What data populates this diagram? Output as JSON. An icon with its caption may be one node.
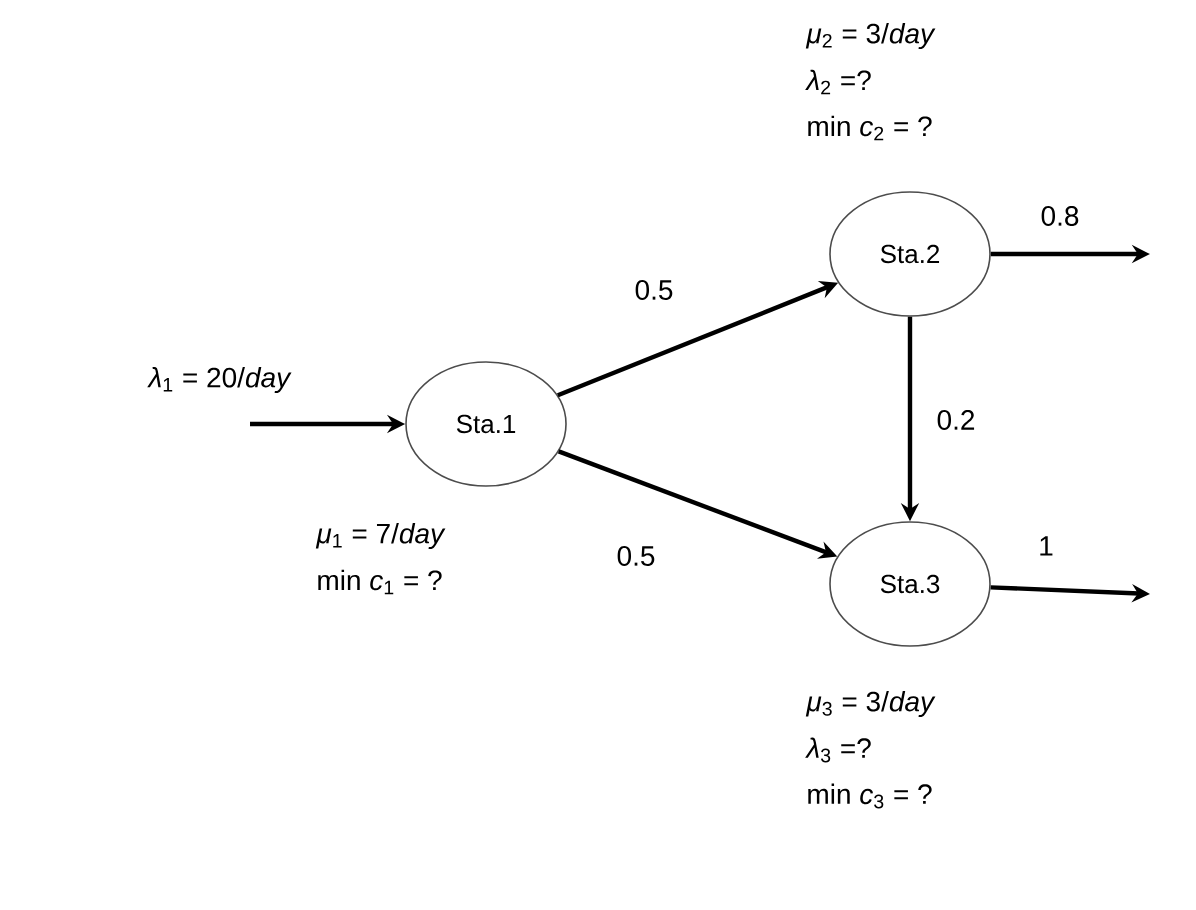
{
  "diagram": {
    "nodes": [
      {
        "text": [
          "Sta.1"
        ],
        "beside": [
          "*μ*$_{1}$ = 7/*day*",
          "min *c*$_{1}$ = ?"
        ]
      },
      {
        "text": [
          "Sta.2"
        ],
        "beside": [
          "*μ*$_{2}$ = 3/*day*",
          "*λ*$_{2}$ =?",
          "min *c*$_{2}$ = ?"
        ]
      },
      {
        "text": [
          "Sta.3"
        ],
        "beside": [
          "*μ*$_{3}$ = 3/*day*",
          "*λ*$_{3}$ =?",
          "min *c*$_{3}$ = ?"
        ]
      }
    ],
    "edges": [
      {
        "from": null,
        "to": 0,
        "arrow": "to",
        "label": "*λ*$_{1}$ = 20/*day*"
      },
      {
        "from": 0,
        "to": 1,
        "arrow": "to",
        "label": "0.5"
      },
      {
        "from": 0,
        "to": 2,
        "arrow": "to",
        "label": "0.5"
      },
      {
        "from": 1,
        "to": 2,
        "arrow": "to",
        "label": "0.2"
      },
      {
        "from": 1,
        "to": null,
        "arrow": "to",
        "label": "0.8"
      },
      {
        "from": 2,
        "to": null,
        "arrow": "to",
        "label": "1"
      }
    ]
  }
}
